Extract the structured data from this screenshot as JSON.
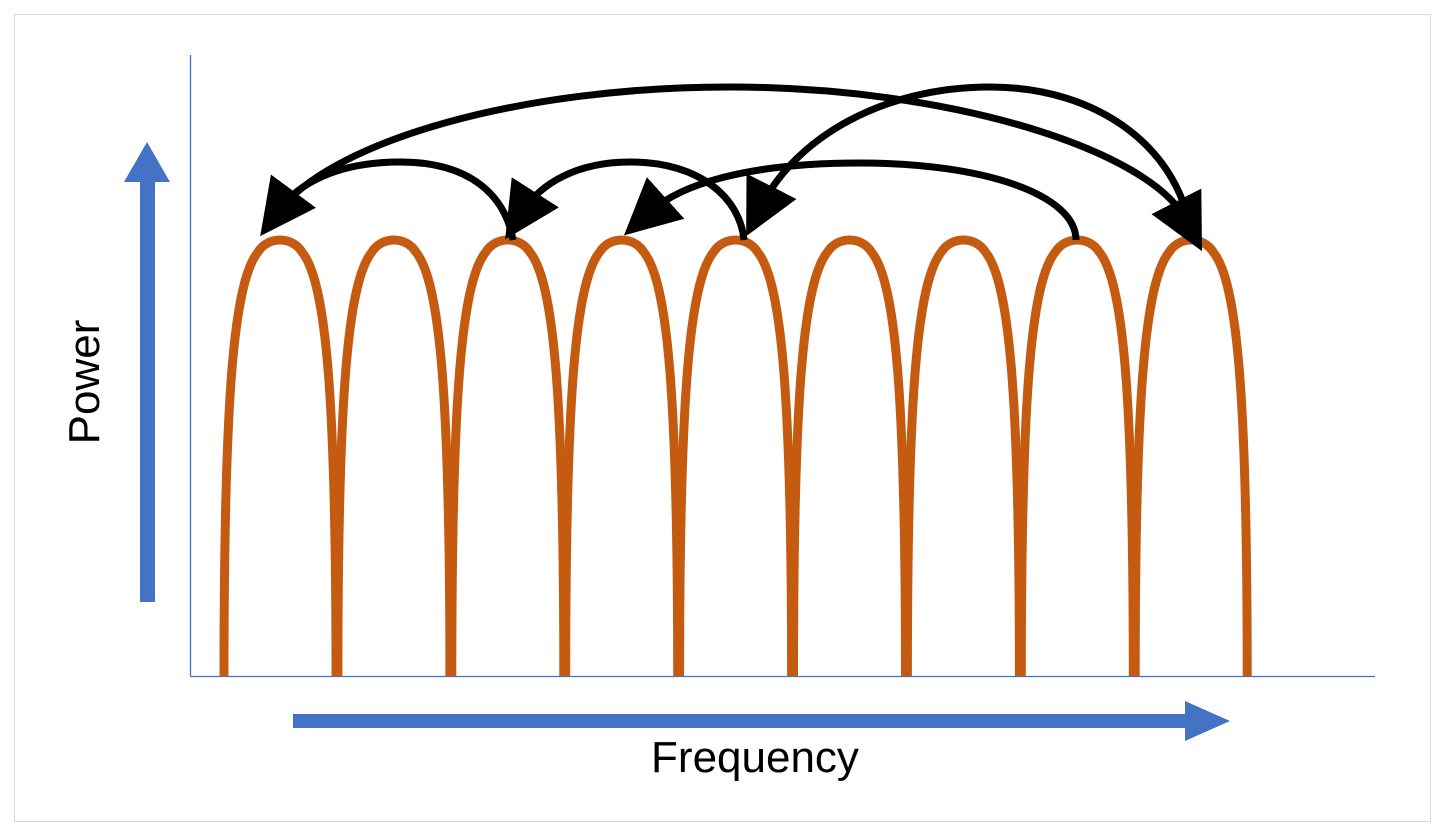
{
  "diagram": {
    "y_axis_label": "Power",
    "x_axis_label": "Frequency",
    "colors": {
      "axis_arrow": "#4472C4",
      "axis_line": "#4472C4",
      "lobe": "#C55A11",
      "hop_arrow": "#000000",
      "frame": "#d9d9d9"
    },
    "channels": [
      1,
      2,
      3,
      4,
      5,
      6,
      7,
      8,
      9
    ],
    "hops": [
      {
        "from": 3,
        "to": 1
      },
      {
        "from": 1,
        "to": 9
      },
      {
        "from": 5,
        "to": 3
      },
      {
        "from": 8,
        "to": 4
      },
      {
        "from": 9,
        "to": 5
      }
    ]
  }
}
